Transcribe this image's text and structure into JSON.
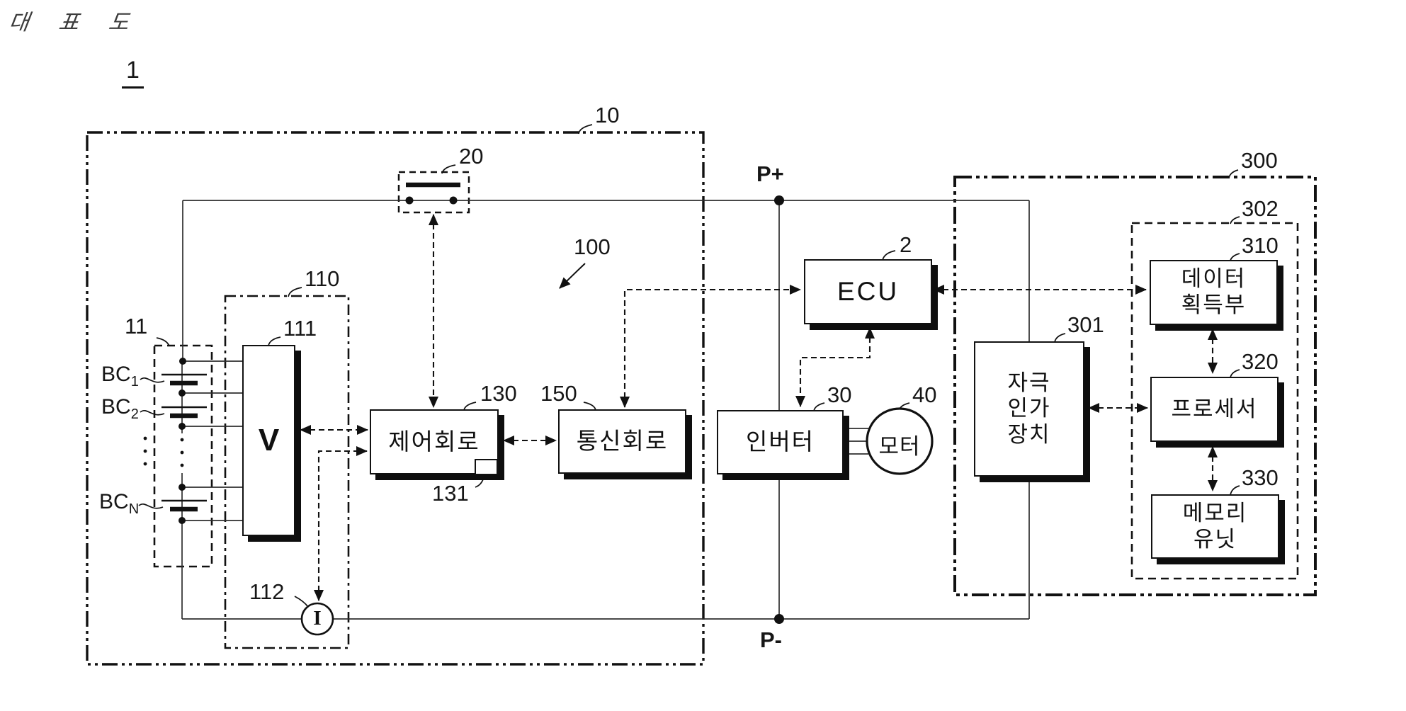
{
  "page": {
    "doc_type_label": "대 표 도",
    "figure_number": "1"
  },
  "refs": {
    "system_box": "10",
    "relay": "20",
    "pack_pointer": "100",
    "bms_box": "110",
    "voltage_sensor": "111",
    "current_sensor": "112",
    "cell_module": "11",
    "control_circuit": "130",
    "control_sub_block": "131",
    "comm_circuit": "150",
    "ecu": "2",
    "inverter": "30",
    "motor": "40",
    "external_box": "300",
    "stimulus_device": "301",
    "computing_box": "302",
    "data_acquisition": "310",
    "processor": "320",
    "memory": "330"
  },
  "nodes": {
    "p_plus": "P+",
    "p_minus": "P-"
  },
  "cells": {
    "bc_base": "BC",
    "bc1_sub": "1",
    "bc2_sub": "2",
    "bcn_sub": "N"
  },
  "blocks": {
    "voltage_symbol": "V",
    "current_symbol": "I",
    "control_circuit": "제어회로",
    "comm_circuit": "통신회로",
    "inverter": "인버터",
    "motor": "모터",
    "ecu": "ECU",
    "stimulus_line1": "자극",
    "stimulus_line2": "인가",
    "stimulus_line3": "장치",
    "data_acq_line1": "데이터",
    "data_acq_line2": "획득부",
    "processor": "프로세서",
    "memory_line1": "메모리",
    "memory_line2": "유닛"
  }
}
